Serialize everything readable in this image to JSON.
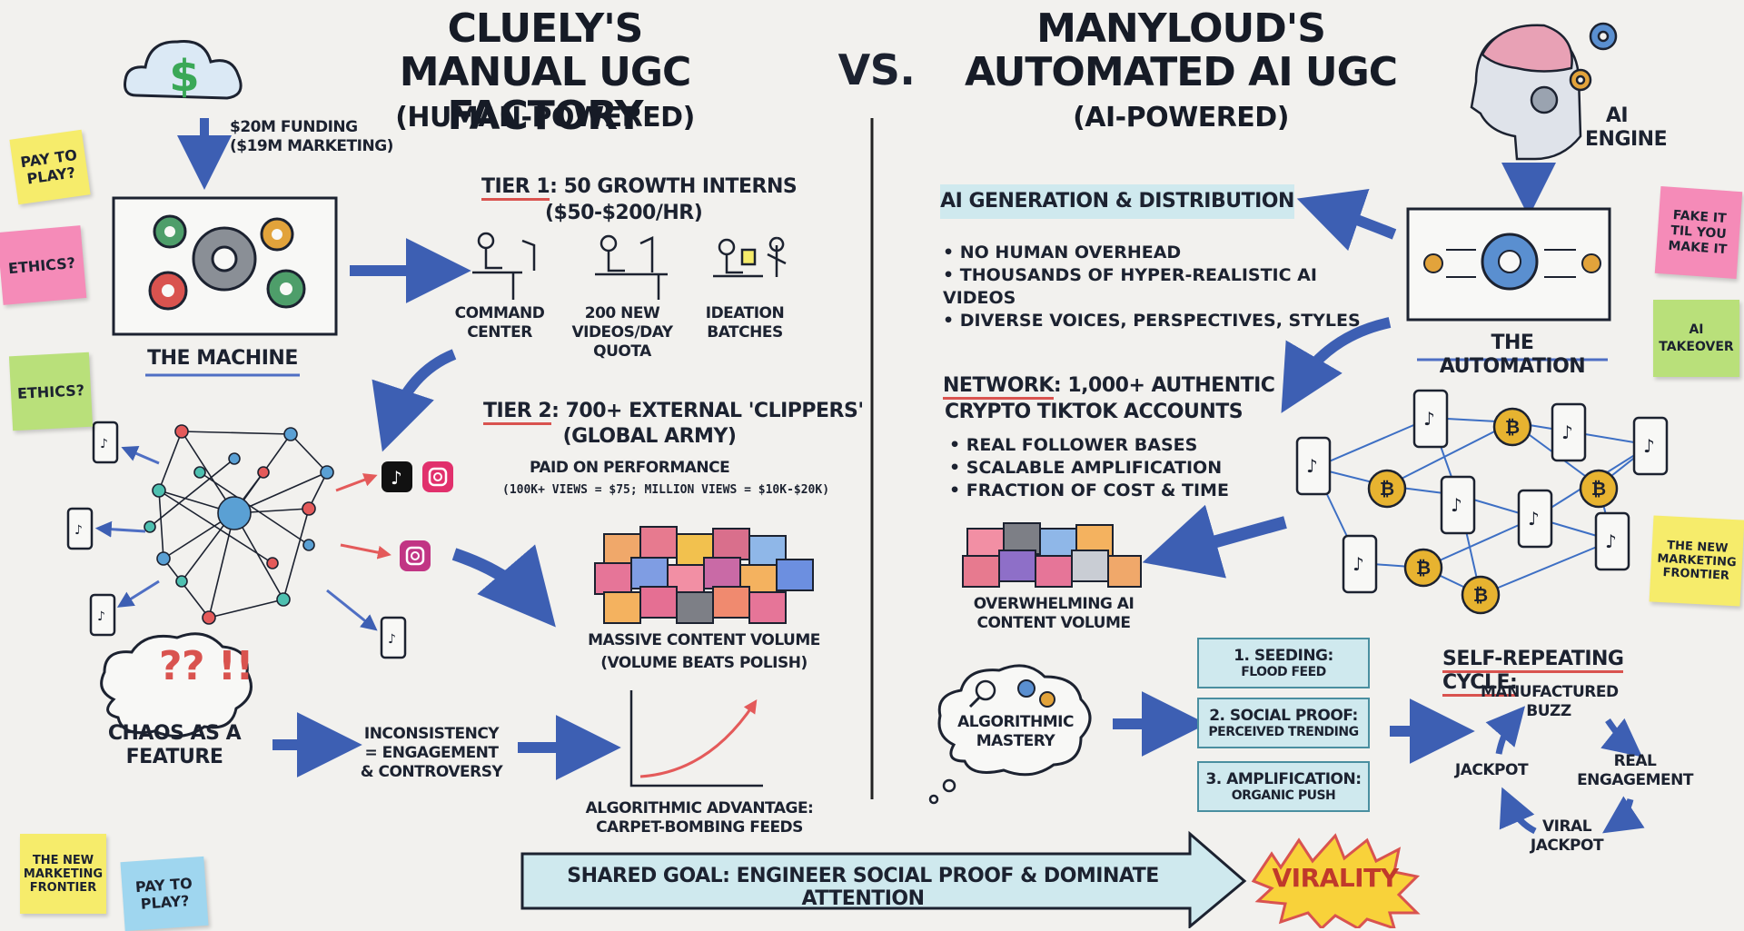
{
  "left": {
    "title_line1": "CLUELY'S",
    "title_line2": "MANUAL UGC FACTORY",
    "subtitle": "(HUMAN-POWERED)",
    "funding_line1": "$20M FUNDING",
    "funding_line2": "($19M MARKETING)",
    "machine_label": "THE MACHINE",
    "tier1_prefix": "TIER 1",
    "tier1_rest": ": 50 GROWTH INTERNS",
    "tier1_rate": "($50-$200/HR)",
    "tier1_items": [
      {
        "label": "COMMAND\nCENTER"
      },
      {
        "label": "200 NEW\nVIDEOS/DAY\nQUOTA"
      },
      {
        "label": "IDEATION\nBATCHES"
      }
    ],
    "tier2_prefix": "TIER 2",
    "tier2_rest": ": 700+ EXTERNAL 'CLIPPERS'",
    "tier2_sub": "(GLOBAL ARMY)",
    "paid": "PAID ON PERFORMANCE",
    "paid_detail": "(100K+ VIEWS = $75; MILLION VIEWS = $10K-$20K)",
    "volume_title": "MASSIVE CONTENT VOLUME",
    "volume_sub": "(VOLUME BEATS POLISH)",
    "chaos_marks": "?? !!",
    "chaos_label": "CHAOS AS A\nFEATURE",
    "inconsistency": "INCONSISTENCY\n= ENGAGEMENT\n& CONTROVERSY",
    "algo_adv": "ALGORITHMIC ADVANTAGE:\nCARPET-BOMBING FEEDS"
  },
  "vs": "VS.",
  "right": {
    "title_line1": "MANYLOUD'S",
    "title_line2": "AUTOMATED AI UGC",
    "subtitle": "(AI-POWERED)",
    "ai_engine": "AI\nENGINE",
    "gen_box": "AI GENERATION & DISTRIBUTION",
    "gen_bullets": [
      "NO HUMAN OVERHEAD",
      "THOUSANDS OF HYPER-REALISTIC AI VIDEOS",
      "DIVERSE VOICES, PERSPECTIVES, STYLES"
    ],
    "automation_label": "THE AUTOMATION",
    "network_prefix": "NETWORK",
    "network_rest": ": 1,000+ AUTHENTIC",
    "network_line2": "CRYPTO TIKTOK ACCOUNTS",
    "network_bullets": [
      "REAL FOLLOWER BASES",
      "SCALABLE AMPLIFICATION",
      "FRACTION OF COST & TIME"
    ],
    "overwhelming": "OVERWHELMING AI\nCONTENT VOLUME",
    "algo_mastery": "ALGORITHMIC\nMASTERY",
    "steps": [
      {
        "title": "1. SEEDING:",
        "sub": "FLOOD FEED"
      },
      {
        "title": "2. SOCIAL PROOF:",
        "sub": "PERCEIVED TRENDING"
      },
      {
        "title": "3. AMPLIFICATION:",
        "sub": "ORGANIC PUSH"
      }
    ],
    "cycle_title": "SELF-REPEATING CYCLE:",
    "cycle": {
      "top": "MANUFACTURED\nBUZZ",
      "right": "REAL\nENGAGEMENT",
      "bottom": "VIRAL\nJACKPOT",
      "left": "JACKPOT"
    }
  },
  "shared_goal": "SHARED GOAL: ENGINEER SOCIAL PROOF & DOMINATE ATTENTION",
  "virality": "VIRALITY",
  "stickies": {
    "pay_to_play_1": "PAY TO\nPLAY?",
    "ethics_1": "ETHICS?",
    "ethics_2": "ETHICS?",
    "new_frontier_1": "THE NEW\nMARKETING\nFRONTIER",
    "pay_to_play_2": "PAY TO\nPLAY?",
    "fake_it": "FAKE IT\nTIL YOU\nMAKE IT",
    "ai_takeover": "AI\nTAKEOVER",
    "new_frontier_2": "THE NEW\nMARKETING\nFRONTIER"
  },
  "colors": {
    "accent_blue": "#4f6fc4",
    "accent_red": "#d9534f",
    "box_teal": "#cfe9ee",
    "coin_gold": "#e7b330",
    "sticky_yellow": "#f6ec6b",
    "sticky_pink": "#f58bb8",
    "sticky_green": "#b9e07a",
    "sticky_blue": "#9fd6ef"
  }
}
